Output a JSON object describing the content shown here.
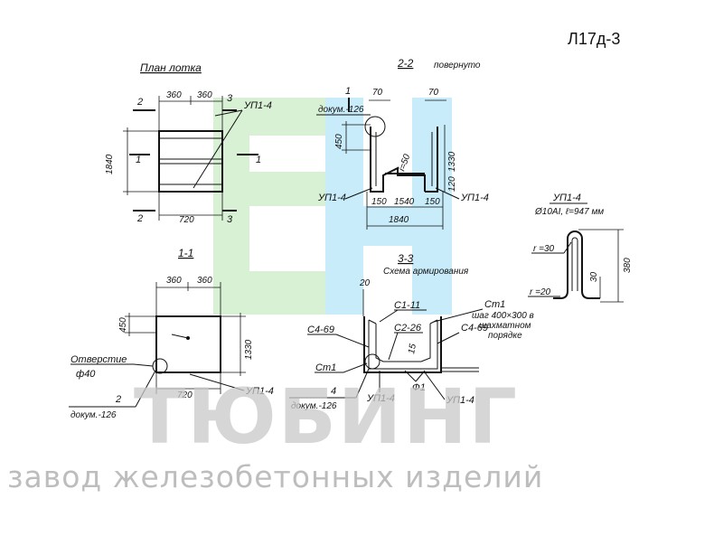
{
  "sheet_code": "Л17д-3",
  "views": {
    "plan_title": "План лотка",
    "section_22_title": "2-2",
    "section_22_note": "повернуто",
    "section_11_title": "1-1",
    "section_33_title": "3-3",
    "section_33_subtitle": "Схема армирования"
  },
  "plan": {
    "dim_top_left": "360",
    "dim_top_right": "360",
    "dim_side": "1840",
    "dim_bottom": "720",
    "cut_2": "2",
    "cut_3": "3",
    "cut_1": "1",
    "label_up": "УП1-4"
  },
  "section_22": {
    "cut_1": "1",
    "dim_70_left": "70",
    "dim_70_right": "70",
    "ref_doc": "докум.-126",
    "dim_450": "450",
    "dim_1330": "1330",
    "dim_i": "i=50",
    "dim_120": "120",
    "dim_150_left": "150",
    "dim_1540": "1540",
    "dim_150_right": "150",
    "dim_1840": "1840",
    "label_up_left": "УП1-4",
    "label_up_right": "УП1-4"
  },
  "section_11": {
    "dim_top_left": "360",
    "dim_top_right": "360",
    "dim_450": "450",
    "dim_1330": "1330",
    "dim_720": "720",
    "hole_label": "Отверстие",
    "hole_dia": "ф40",
    "ref_num": "2",
    "ref_doc": "докум.-126",
    "label_up": "УП1-4"
  },
  "section_33": {
    "dim_20": "20",
    "c1": "С1-11",
    "ct1_top": "Ст1",
    "step_note_1": "шаг 400×300 в",
    "step_note_2": "шахматном",
    "step_note_3": "порядке",
    "c4_left": "С4-69",
    "c2": "С2-26",
    "c4_right": "С4-69",
    "dim_15": "15",
    "ct1_left": "Ст1",
    "ref_num": "4",
    "ref_doc": "докум.-126",
    "label_up_left": "УП1-4",
    "f1": "Ф1",
    "label_up_right": "УП1-4"
  },
  "up_detail": {
    "title": "УП1-4",
    "spec": "Ø10АI, ℓ=947 мм",
    "r30": "r =30",
    "r20": "r =20",
    "dim_30": "30",
    "dim_380": "380"
  },
  "watermark": {
    "brand": "ТЮБИНГ",
    "tagline": "завод железобетонных изделий",
    "color_green": "#d8f1d4",
    "color_blue": "#c8ecfa"
  }
}
